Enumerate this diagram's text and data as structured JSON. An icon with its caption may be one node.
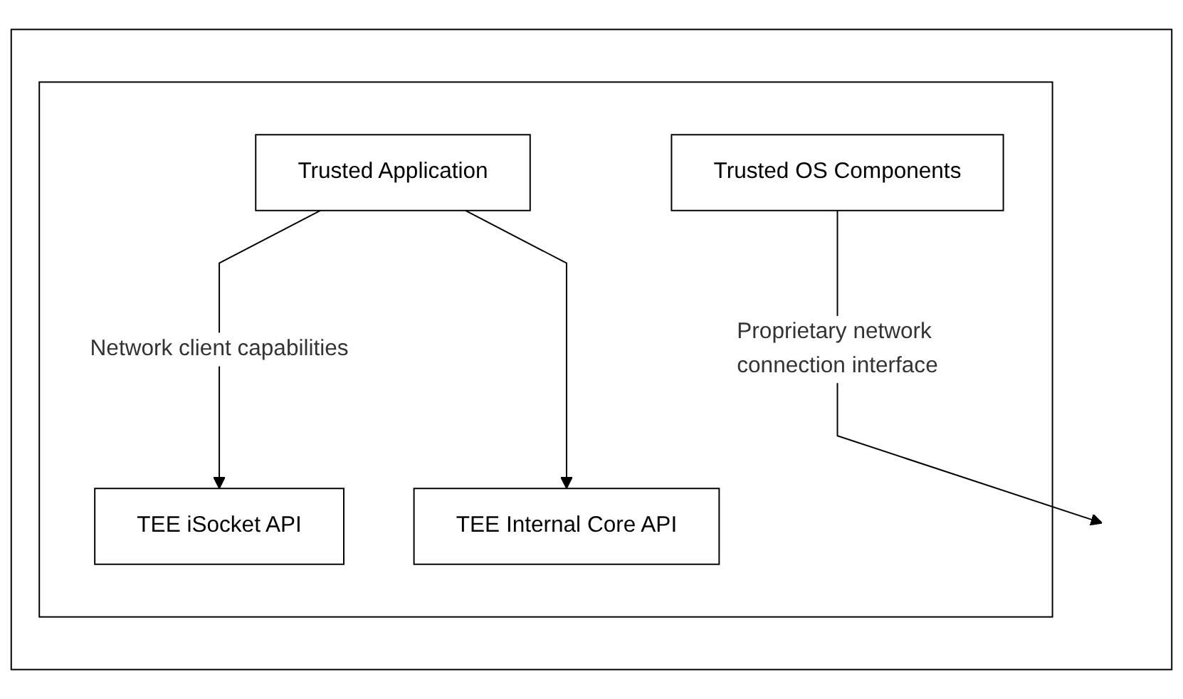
{
  "diagram": {
    "nodes": [
      {
        "text": [],
        "shape": "box"
      },
      {
        "text": [],
        "shape": "box",
        "in": 0
      },
      {
        "text": [
          "Trusted Application"
        ],
        "in": 1
      },
      {
        "text": [
          "TEE iSocket API"
        ],
        "in": 1
      },
      {
        "text": [
          "TEE Internal Core API"
        ],
        "in": 1
      },
      {
        "text": [
          "Trusted OS Components"
        ],
        "in": 1
      }
    ],
    "edges": [
      {
        "from": 2,
        "to": 3,
        "arrow": "to",
        "label": "Network client capabilities"
      },
      {
        "from": 2,
        "to": 4,
        "arrow": "to"
      },
      {
        "from": 5,
        "to": null,
        "arrow": "to",
        "label": "Proprietary network connection interface"
      }
    ]
  }
}
